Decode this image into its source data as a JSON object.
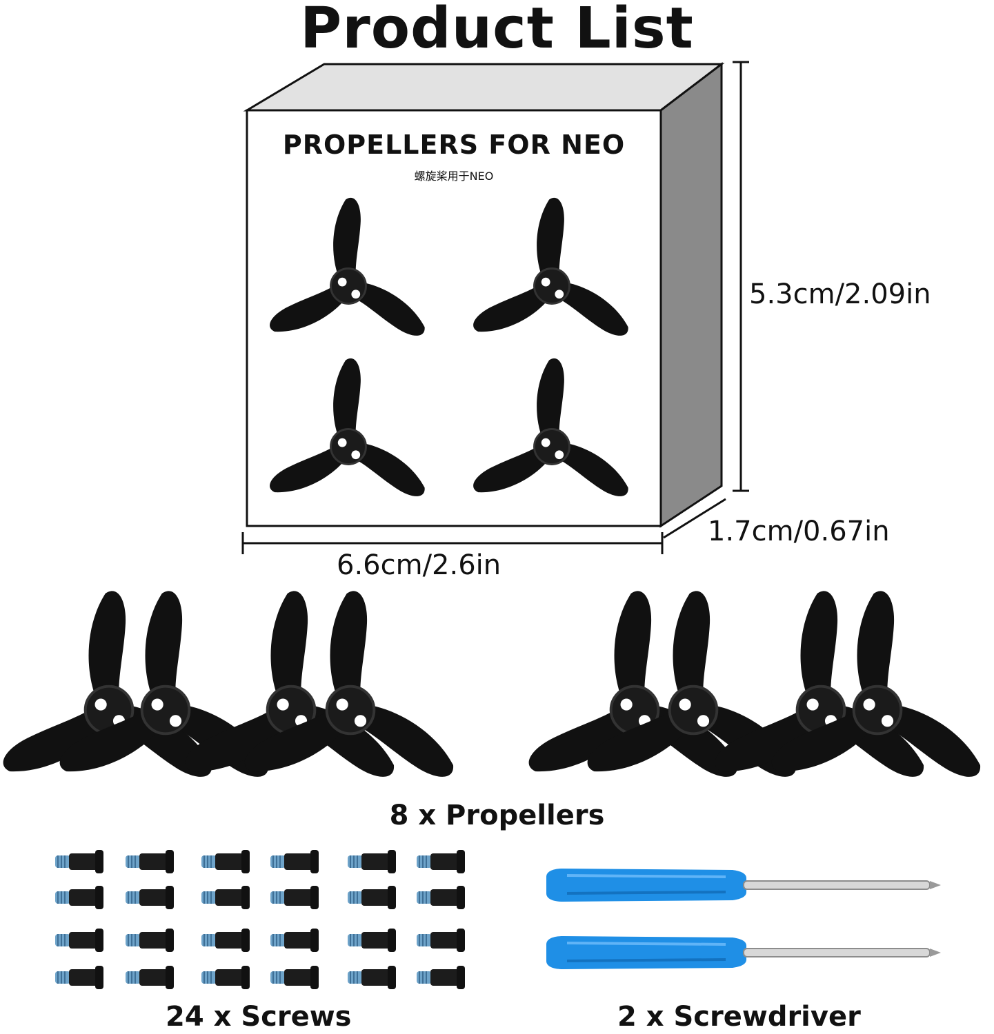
{
  "title": "Product List",
  "box": {
    "name": "PROPELLERS FOR NEO",
    "subtitle": "螺旋桨用于NEO",
    "face_color": "#ffffff",
    "side_color": "#8a8a8a",
    "top_color": "#e2e2e2"
  },
  "dimensions": {
    "height": "5.3cm/2.09in",
    "depth": "1.7cm/0.67in",
    "width": "6.6cm/2.6in"
  },
  "items": [
    {
      "label": "8 x Propellers",
      "icon": "propeller-icon",
      "count": 8,
      "color": "#111111"
    },
    {
      "label": "24 x Screws",
      "icon": "screw-icon",
      "count": 24,
      "color": "#1a1a1a",
      "thread_color": "#5f93b8"
    },
    {
      "label": "2 x Screwdriver",
      "icon": "screwdriver-icon",
      "count": 2,
      "color": "#1f8fe6"
    }
  ]
}
